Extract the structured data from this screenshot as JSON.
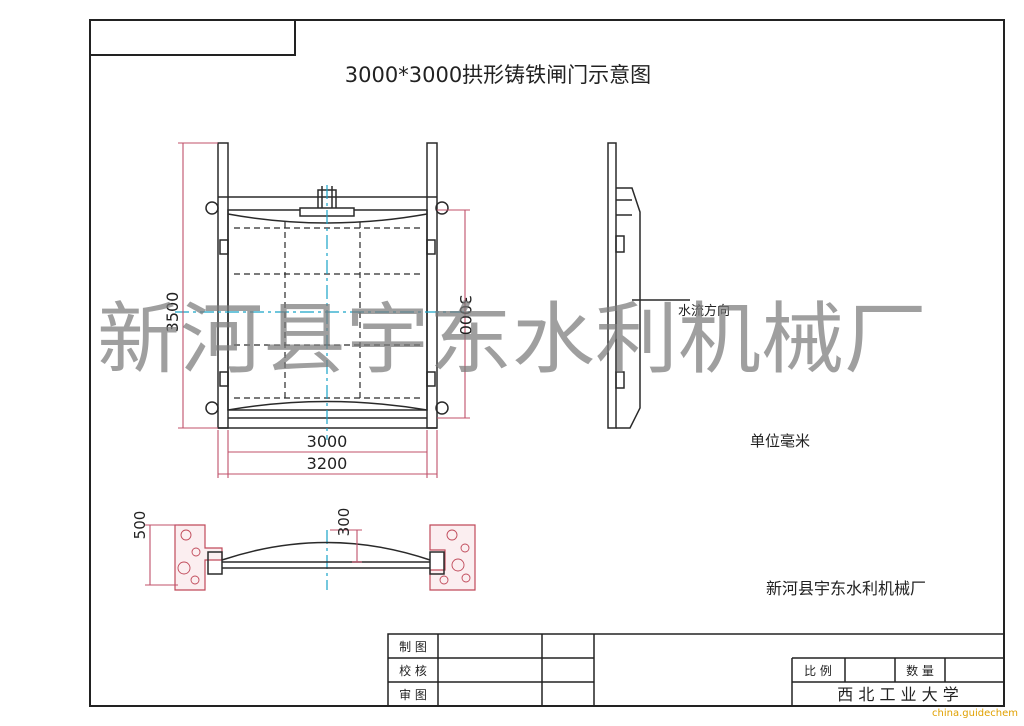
{
  "drawing": {
    "title": "3000*3000拱形铸铁闸门示意图",
    "dim_height_outer": "3500",
    "dim_height_inner": "3000",
    "dim_width_inner": "3000",
    "dim_width_outer": "3200",
    "flow_direction": "水流方向",
    "unit_note": "单位毫米",
    "dim_section_500": "500",
    "dim_section_300": "300",
    "company": "新河县宇东水利机械厂"
  },
  "watermark": {
    "text": "新河县宇东水利机械厂",
    "source": "china.guidechem"
  },
  "title_block": {
    "drawn_by_label": "制 图",
    "checked_by_label": "校 核",
    "reviewed_by_label": "审 图",
    "scale_label": "比 例",
    "quantity_label": "数 量",
    "institution": "西 北 工 业 大 学"
  },
  "colors": {
    "line": "#2a2a2a",
    "dimension": "#c0506a",
    "centerline": "#19a3c8",
    "masonry": "#c04a5a",
    "watermark": "#7a7a7a"
  }
}
